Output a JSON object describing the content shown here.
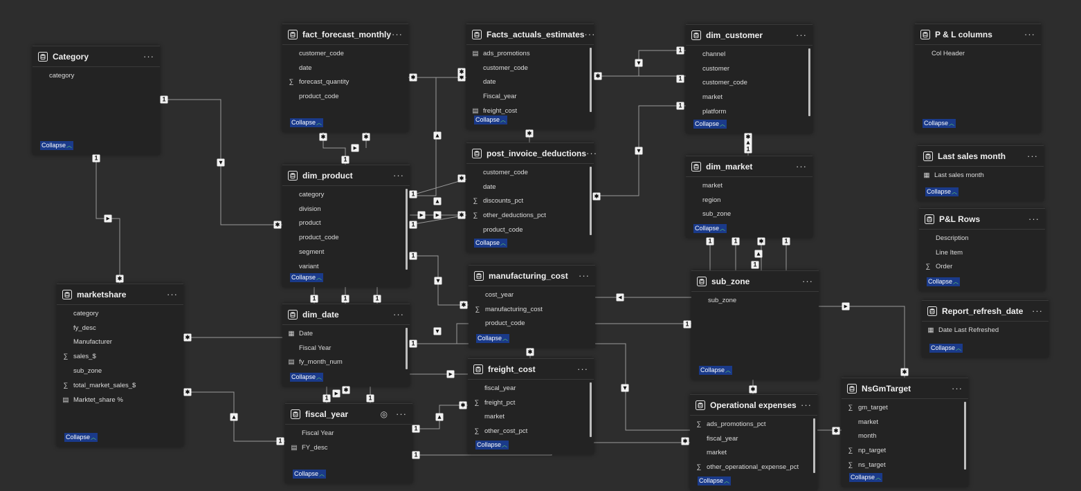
{
  "colors": {
    "canvas": "#2d2d2d",
    "card": "#232323",
    "collapse_bg": "#1a3a8a",
    "chevron": "#63d26e",
    "line": "#9a9a9a"
  },
  "collapse_label": "Collapse",
  "more_label": "···",
  "tables": {
    "category": {
      "title": "Category",
      "fields": [
        {
          "name": "category",
          "icon": ""
        }
      ]
    },
    "fact_forecast_monthly": {
      "title": "fact_forecast_monthly",
      "fields": [
        {
          "name": "customer_code",
          "icon": ""
        },
        {
          "name": "date",
          "icon": ""
        },
        {
          "name": "forecast_quantity",
          "icon": "sigma"
        },
        {
          "name": "product_code",
          "icon": ""
        }
      ]
    },
    "facts_actuals_estimates": {
      "title": "Facts_actuals_estimates",
      "fields": [
        {
          "name": "ads_promotions",
          "icon": "calc"
        },
        {
          "name": "customer_code",
          "icon": ""
        },
        {
          "name": "date",
          "icon": ""
        },
        {
          "name": "Fiscal_year",
          "icon": ""
        },
        {
          "name": "freight_cost",
          "icon": "calc"
        }
      ]
    },
    "dim_customer": {
      "title": "dim_customer",
      "fields": [
        {
          "name": "channel",
          "icon": ""
        },
        {
          "name": "customer",
          "icon": ""
        },
        {
          "name": "customer_code",
          "icon": ""
        },
        {
          "name": "market",
          "icon": ""
        },
        {
          "name": "platform",
          "icon": ""
        }
      ]
    },
    "pl_columns": {
      "title": "P & L columns",
      "fields": [
        {
          "name": "Col Header",
          "icon": ""
        }
      ]
    },
    "last_sales_month": {
      "title": "Last sales month",
      "fields": [
        {
          "name": "Last sales month",
          "icon": "table"
        }
      ]
    },
    "pl_rows": {
      "title": "P&L Rows",
      "fields": [
        {
          "name": "Description",
          "icon": ""
        },
        {
          "name": "Line Item",
          "icon": ""
        },
        {
          "name": "Order",
          "icon": "sigma"
        }
      ]
    },
    "report_refresh_date": {
      "title": "Report_refresh_date",
      "fields": [
        {
          "name": "Date Last Refreshed",
          "icon": "table"
        }
      ]
    },
    "dim_product": {
      "title": "dim_product",
      "fields": [
        {
          "name": "category",
          "icon": ""
        },
        {
          "name": "division",
          "icon": ""
        },
        {
          "name": "product",
          "icon": ""
        },
        {
          "name": "product_code",
          "icon": ""
        },
        {
          "name": "segment",
          "icon": ""
        },
        {
          "name": "variant",
          "icon": ""
        }
      ]
    },
    "post_invoice_deductions": {
      "title": "post_invoice_deductions",
      "fields": [
        {
          "name": "customer_code",
          "icon": ""
        },
        {
          "name": "date",
          "icon": ""
        },
        {
          "name": "discounts_pct",
          "icon": "sigma"
        },
        {
          "name": "other_deductions_pct",
          "icon": "sigma"
        },
        {
          "name": "product_code",
          "icon": ""
        }
      ]
    },
    "dim_market": {
      "title": "dim_market",
      "fields": [
        {
          "name": "market",
          "icon": ""
        },
        {
          "name": "region",
          "icon": ""
        },
        {
          "name": "sub_zone",
          "icon": ""
        }
      ]
    },
    "marketshare": {
      "title": "marketshare",
      "fields": [
        {
          "name": "category",
          "icon": ""
        },
        {
          "name": "fy_desc",
          "icon": ""
        },
        {
          "name": "Manufacturer",
          "icon": ""
        },
        {
          "name": "sales_$",
          "icon": "sigma"
        },
        {
          "name": "sub_zone",
          "icon": ""
        },
        {
          "name": "total_market_sales_$",
          "icon": "sigma"
        },
        {
          "name": "Marktet_share %",
          "icon": "calc"
        }
      ]
    },
    "dim_date": {
      "title": "dim_date",
      "fields": [
        {
          "name": "Date",
          "icon": "table"
        },
        {
          "name": "Fiscal Year",
          "icon": ""
        },
        {
          "name": "fy_month_num",
          "icon": "calc"
        }
      ]
    },
    "manufacturing_cost": {
      "title": "manufacturing_cost",
      "fields": [
        {
          "name": "cost_year",
          "icon": ""
        },
        {
          "name": "manufacturing_cost",
          "icon": "sigma"
        },
        {
          "name": "product_code",
          "icon": ""
        }
      ]
    },
    "sub_zone": {
      "title": "sub_zone",
      "fields": [
        {
          "name": "sub_zone",
          "icon": ""
        }
      ]
    },
    "freight_cost": {
      "title": "freight_cost",
      "fields": [
        {
          "name": "fiscal_year",
          "icon": ""
        },
        {
          "name": "freight_pct",
          "icon": "sigma"
        },
        {
          "name": "market",
          "icon": ""
        },
        {
          "name": "other_cost_pct",
          "icon": "sigma"
        }
      ]
    },
    "fiscal_year": {
      "title": "fiscal_year",
      "fields": [
        {
          "name": "Fiscal Year",
          "icon": ""
        },
        {
          "name": "FY_desc",
          "icon": "calc"
        }
      ]
    },
    "operational_expenses": {
      "title": "Operational expenses",
      "fields": [
        {
          "name": "ads_promotions_pct",
          "icon": "sigma"
        },
        {
          "name": "fiscal_year",
          "icon": ""
        },
        {
          "name": "market",
          "icon": ""
        },
        {
          "name": "other_operational_expense_pct",
          "icon": "sigma"
        }
      ]
    },
    "nsgmtarget": {
      "title": "NsGmTarget",
      "fields": [
        {
          "name": "gm_target",
          "icon": "sigma"
        },
        {
          "name": "market",
          "icon": ""
        },
        {
          "name": "month",
          "icon": ""
        },
        {
          "name": "np_target",
          "icon": "sigma"
        },
        {
          "name": "ns_target",
          "icon": "sigma"
        }
      ]
    }
  },
  "relationship_markers": {
    "one": "1",
    "many": "*"
  }
}
